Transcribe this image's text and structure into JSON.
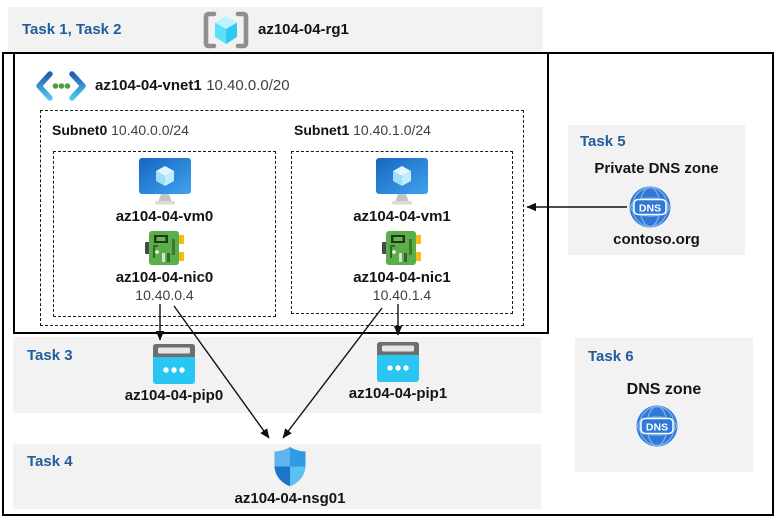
{
  "colors": {
    "task_label": "#1F5C99",
    "panel_bg": "#F2F2F2",
    "box_border": "#000000",
    "vm_blue": "#2E8CD8",
    "nic_green": "#5BAE4B",
    "pip_cyan": "#29C6F4",
    "nsg_blue": "#2F9BE3",
    "dns_blue": "#2E79D8"
  },
  "header_band": {
    "tasks_label": "Task 1, Task 2",
    "resource_group": "az104-04-rg1"
  },
  "vnet": {
    "name": "az104-04-vnet1",
    "cidr": "10.40.0.0/20",
    "subnets": [
      {
        "name": "Subnet0",
        "cidr": "10.40.0.0/24",
        "vm": "az104-04-vm0",
        "nic": "az104-04-nic0",
        "ip": "10.40.0.4"
      },
      {
        "name": "Subnet1",
        "cidr": "10.40.1.0/24",
        "vm": "az104-04-vm1",
        "nic": "az104-04-nic1",
        "ip": "10.40.1.4"
      }
    ]
  },
  "task3": {
    "label": "Task 3",
    "pips": [
      "az104-04-pip0",
      "az104-04-pip1"
    ]
  },
  "task4": {
    "label": "Task 4",
    "nsg": "az104-04-nsg01"
  },
  "task5": {
    "label": "Task 5",
    "title": "Private DNS zone",
    "zone": "contoso.org",
    "icon_text": "DNS"
  },
  "task6": {
    "label": "Task 6",
    "title": "DNS zone",
    "icon_text": "DNS"
  }
}
